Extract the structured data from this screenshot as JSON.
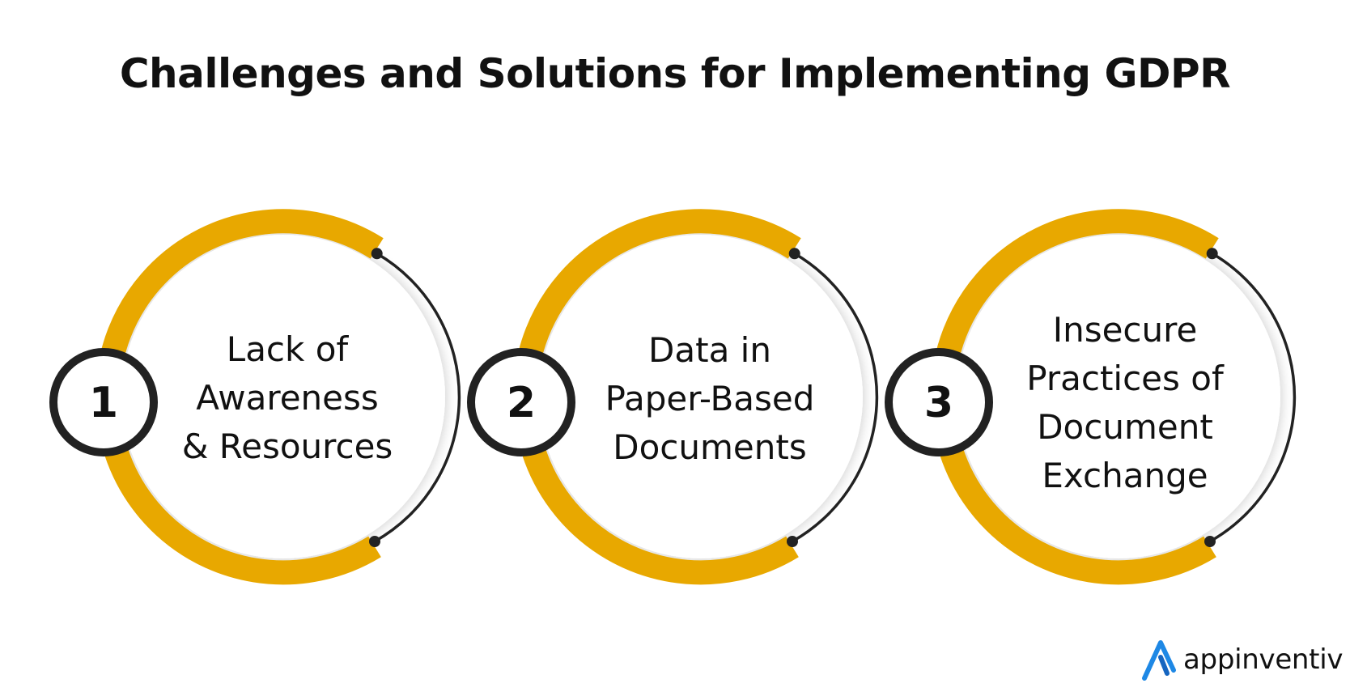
{
  "title": "Challenges and Solutions for Implementing GDPR",
  "steps": [
    {
      "number": "1",
      "lines": [
        "Lack of",
        "Awareness",
        "& Resources"
      ]
    },
    {
      "number": "2",
      "lines": [
        "Data in",
        "Paper-Based",
        "Documents"
      ]
    },
    {
      "number": "3",
      "lines": [
        "Insecure",
        "Practices of",
        "Document",
        "Exchange"
      ]
    }
  ],
  "colors": {
    "ring": "#E8A800",
    "outline": "#222222",
    "text": "#111111",
    "logo_accent": "#1E88E5"
  },
  "logo": {
    "icon": "appinventiv-logo-icon",
    "text": "appinventiv"
  }
}
